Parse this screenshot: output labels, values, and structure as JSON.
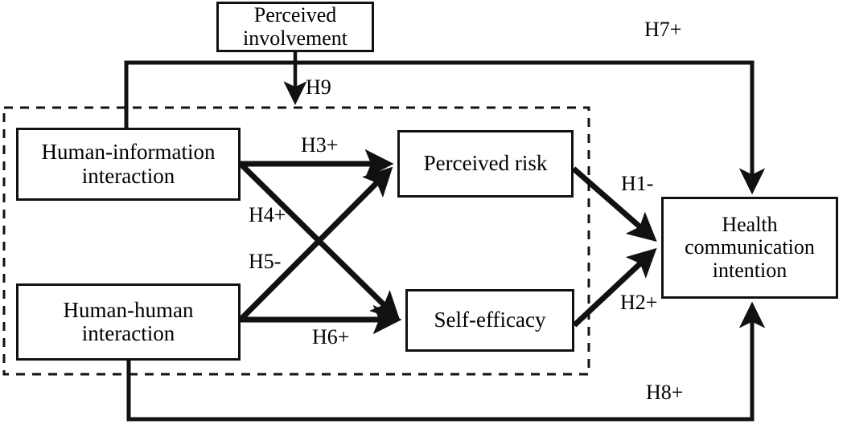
{
  "diagram": {
    "title": "Health communication intention research model",
    "type": "path-model",
    "colors": {
      "stroke": "#111111",
      "text": "#000000",
      "background": "#ffffff"
    },
    "nodes": [
      {
        "id": "perceived-involvement",
        "label": "Perceived\ninvolvement"
      },
      {
        "id": "human-information",
        "label": "Human-information\ninteraction"
      },
      {
        "id": "human-human",
        "label": "Human-human\ninteraction"
      },
      {
        "id": "perceived-risk",
        "label": "Perceived risk"
      },
      {
        "id": "self-efficacy",
        "label": "Self-efficacy"
      },
      {
        "id": "health-communication",
        "label": "Health\ncommunication\nintention"
      }
    ],
    "edges": [
      {
        "id": "h9",
        "label": "H9",
        "from": "perceived-involvement",
        "to": "dashed-group-boundary",
        "sign": ""
      },
      {
        "id": "h7",
        "label": "H7+",
        "from": "human-information",
        "to": "health-communication",
        "sign": "+"
      },
      {
        "id": "h3",
        "label": "H3+",
        "from": "human-information",
        "to": "perceived-risk",
        "sign": "+"
      },
      {
        "id": "h4",
        "label": "H4+",
        "from": "human-information",
        "to": "self-efficacy",
        "sign": "+"
      },
      {
        "id": "h5",
        "label": "H5-",
        "from": "human-human",
        "to": "perceived-risk",
        "sign": "-"
      },
      {
        "id": "h6",
        "label": "H6+",
        "from": "human-human",
        "to": "self-efficacy",
        "sign": "+"
      },
      {
        "id": "h1",
        "label": "H1-",
        "from": "perceived-risk",
        "to": "health-communication",
        "sign": "-"
      },
      {
        "id": "h2",
        "label": "H2+",
        "from": "self-efficacy",
        "to": "health-communication",
        "sign": "+"
      },
      {
        "id": "h8",
        "label": "H8+",
        "from": "human-human",
        "to": "health-communication",
        "sign": "+"
      }
    ],
    "dashed_group": {
      "label": "",
      "contains": [
        "human-information",
        "human-human",
        "perceived-risk",
        "self-efficacy"
      ]
    }
  }
}
